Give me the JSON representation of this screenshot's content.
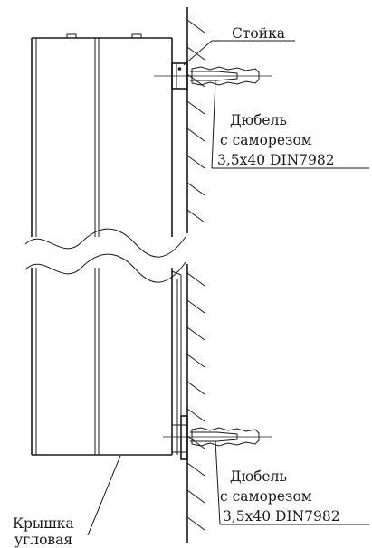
{
  "labels": {
    "post": "Стойка",
    "dowel_top": [
      "Дюбель",
      "с саморезом",
      "3,5x40 DIN7982"
    ],
    "dowel_bottom": [
      "Дюбель",
      "с саморезом",
      "3,5x40 DIN7982"
    ],
    "cover": [
      "Крышка",
      "угловая"
    ]
  }
}
